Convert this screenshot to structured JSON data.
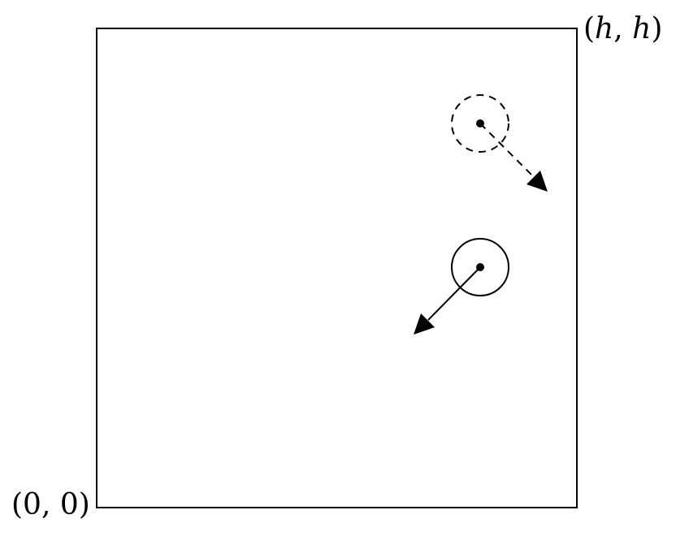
{
  "labels": {
    "origin": {
      "open": "(",
      "a": "0",
      "sep": ", ",
      "b": "0",
      "close": ")"
    },
    "top_right": {
      "open": "(",
      "a": "h",
      "sep": ", ",
      "b": "h",
      "close": ")"
    }
  },
  "colors": {
    "stroke": "#000000",
    "background": "#ffffff"
  },
  "particles": [
    {
      "style": "dashed",
      "description_shape": "circle-with-center-dot-and-arrow"
    },
    {
      "style": "solid",
      "description_shape": "circle-with-center-dot-and-arrow"
    }
  ]
}
